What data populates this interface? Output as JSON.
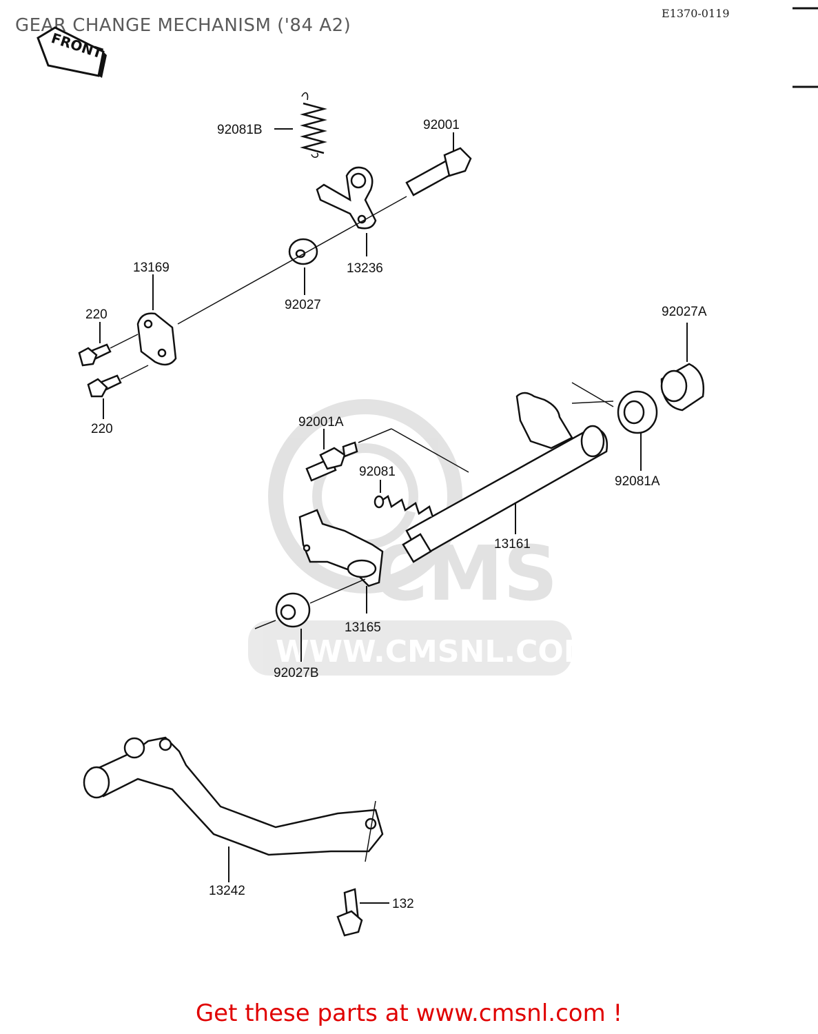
{
  "header": {
    "title": "GEAR CHANGE MECHANISM ('84 A2)",
    "code": "E1370-0119"
  },
  "front_label": "FRONT",
  "watermark": {
    "text": "CMS",
    "url": "WWW.CMSNL.COM"
  },
  "parts": {
    "p92081B": "92081B",
    "p92001": "92001",
    "p13236": "13236",
    "p92027": "92027",
    "p13169": "13169",
    "p220a": "220",
    "p220b": "220",
    "p92027A": "92027A",
    "p92001A": "92001A",
    "p92081": "92081",
    "p92081A": "92081A",
    "p13161": "13161",
    "p13165": "13165",
    "p92027B": "92027B",
    "p13242": "13242",
    "p132": "132"
  },
  "footer": {
    "cta": "Get these parts at www.cmsnl.com !"
  }
}
